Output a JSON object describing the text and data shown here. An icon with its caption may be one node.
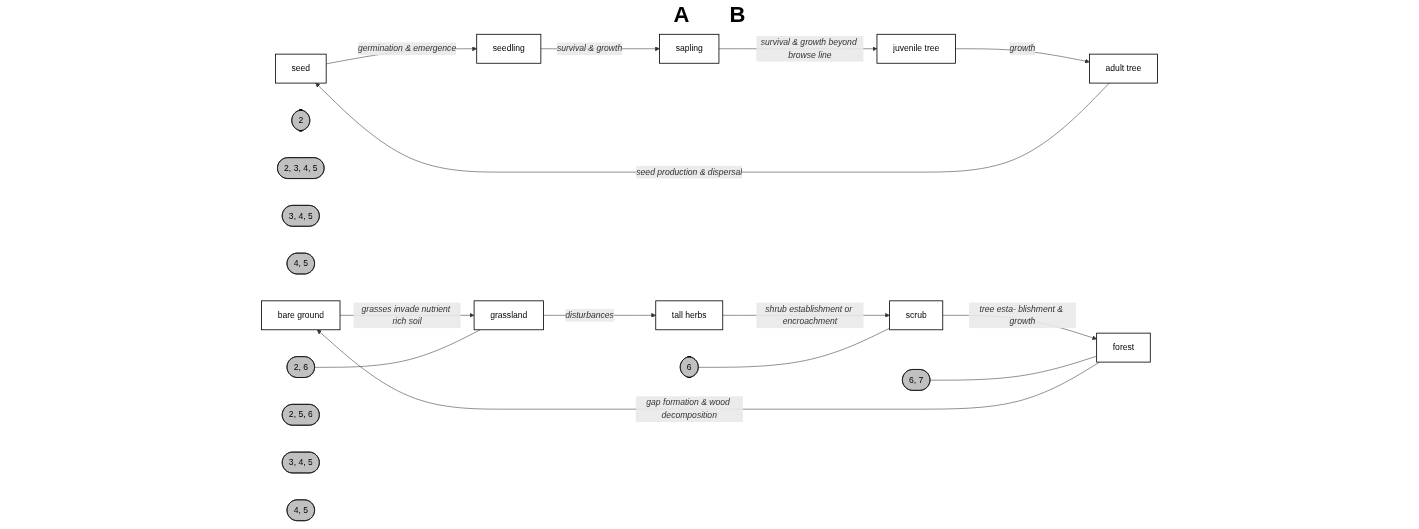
{
  "diagram": {
    "nodes": [
      {
        "text": [
          "seed"
        ]
      },
      {
        "text": [
          "seedling"
        ]
      },
      {
        "text": [
          "sapling"
        ]
      },
      {
        "text": [
          "juvenile tree"
        ]
      },
      {
        "text": [
          "adult tree"
        ]
      },
      {
        "text": [
          "2"
        ]
      },
      {
        "text": [
          "2, 3, 4, 5"
        ]
      },
      {
        "text": [
          "3, 4, 5"
        ]
      },
      {
        "text": [
          "4, 5"
        ]
      },
      {
        "text": [
          "bare ground"
        ]
      },
      {
        "text": [
          "grassland"
        ]
      },
      {
        "text": [
          "tall herbs"
        ]
      },
      {
        "text": [
          "scrub"
        ]
      },
      {
        "text": [
          "forest"
        ]
      },
      {
        "text": [
          "6, 7"
        ]
      },
      {
        "text": [
          "2, 6"
        ]
      },
      {
        "text": [
          "2, 5, 6"
        ]
      },
      {
        "text": [
          "3, 4, 5"
        ]
      },
      {
        "text": [
          "6"
        ]
      },
      {
        "text": [
          "4, 5"
        ]
      }
    ],
    "edges": [
      {
        "from": 4,
        "to": 0,
        "arrow": "to",
        "label": "seed production & dispersal"
      },
      {
        "from": 0,
        "to": 1,
        "arrow": "to",
        "label": "germination & emergence"
      },
      {
        "from": 1,
        "to": 2,
        "arrow": "to",
        "label": "survival & growth"
      },
      {
        "from": 2,
        "to": 3,
        "arrow": "to",
        "label": "survival & growth beyond browse line"
      },
      {
        "from": 3,
        "to": 4,
        "arrow": "to",
        "label": "growth"
      },
      {
        "from": 13,
        "to": 9,
        "arrow": "to",
        "label": "gap formation & wood decomposition"
      },
      {
        "from": 9,
        "to": 10,
        "arrow": "to",
        "label": "grasses invade nutrient rich soil"
      },
      {
        "from": 10,
        "to": 11,
        "arrow": "to",
        "label": "disturbances"
      },
      {
        "from": 11,
        "to": 12,
        "arrow": "to",
        "label": "shrub establishment or encroachment"
      },
      {
        "from": 12,
        "to": 13,
        "arrow": "to",
        "label": "tree esta- blishment & growth"
      },
      {
        "from": 14,
        "to": 13,
        "arrow": "none"
      },
      {
        "from": 15,
        "to": 10,
        "arrow": "none"
      },
      {
        "from": 18,
        "to": 12,
        "arrow": "none"
      }
    ],
    "labels": [
      "A",
      "B"
    ]
  }
}
